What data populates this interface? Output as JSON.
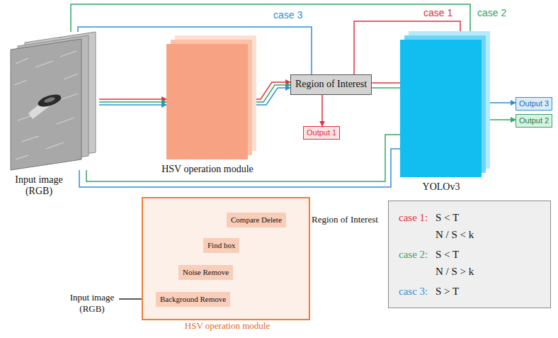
{
  "diagram": {
    "nodes": [
      {
        "text": [
          "Input image (RGB)"
        ]
      },
      {
        "text": [
          "HSV operation module"
        ]
      },
      {
        "text": [
          "Region of Interest"
        ]
      },
      {
        "text": [
          "Output 1"
        ]
      },
      {
        "text": [
          "YOLOv3"
        ]
      },
      {
        "text": [
          "Output 3"
        ]
      },
      {
        "text": [
          "Output 2"
        ]
      },
      {
        "text": [
          "HSV operation module"
        ]
      },
      {
        "text": [
          "Background Remove"
        ],
        "in": 7
      },
      {
        "text": [
          "Noise Remove"
        ],
        "in": 7
      },
      {
        "text": [
          "Find box"
        ],
        "in": 7
      },
      {
        "text": [
          "Compare Delete"
        ],
        "in": 7
      },
      {
        "text": [
          "case 1:",
          "S < T",
          "N / S < k",
          "case 2:",
          "S < T",
          "N / S > k",
          "casc 3:",
          "S > T"
        ]
      }
    ],
    "edges": [
      {
        "from": 0,
        "to": 1,
        "arrow": "to"
      },
      {
        "from": 0,
        "to": 1,
        "arrow": "to"
      },
      {
        "from": 0,
        "to": 1,
        "arrow": "to"
      },
      {
        "from": 1,
        "to": 2,
        "arrow": "to"
      },
      {
        "from": 1,
        "to": 2,
        "arrow": "to"
      },
      {
        "from": 1,
        "to": 2,
        "arrow": "to"
      },
      {
        "from": 2,
        "to": 3,
        "arrow": "to"
      },
      {
        "from": 2,
        "to": 4,
        "arrow": "none"
      },
      {
        "from": 2,
        "to": 4,
        "arrow": "none"
      },
      {
        "from": 2,
        "to": 4,
        "label": "case 1",
        "arrow": "none"
      },
      {
        "from": 0,
        "to": 4,
        "label": "case 2",
        "arrow": "none"
      },
      {
        "from": 0,
        "to": 2,
        "label": "case 3",
        "arrow": "none"
      },
      {
        "from": 0,
        "to": 4,
        "arrow": "none"
      },
      {
        "from": 0,
        "to": 4,
        "arrow": "none"
      },
      {
        "from": 4,
        "to": 5,
        "arrow": "to"
      },
      {
        "from": 4,
        "to": 6,
        "arrow": "to"
      },
      {
        "from": 8,
        "to": 9,
        "arrow": "to"
      },
      {
        "from": 9,
        "to": 10,
        "arrow": "to"
      },
      {
        "from": 10,
        "to": 11,
        "arrow": "to"
      }
    ],
    "labels": [
      "Input image (RGB)",
      "Region of Interest"
    ]
  }
}
